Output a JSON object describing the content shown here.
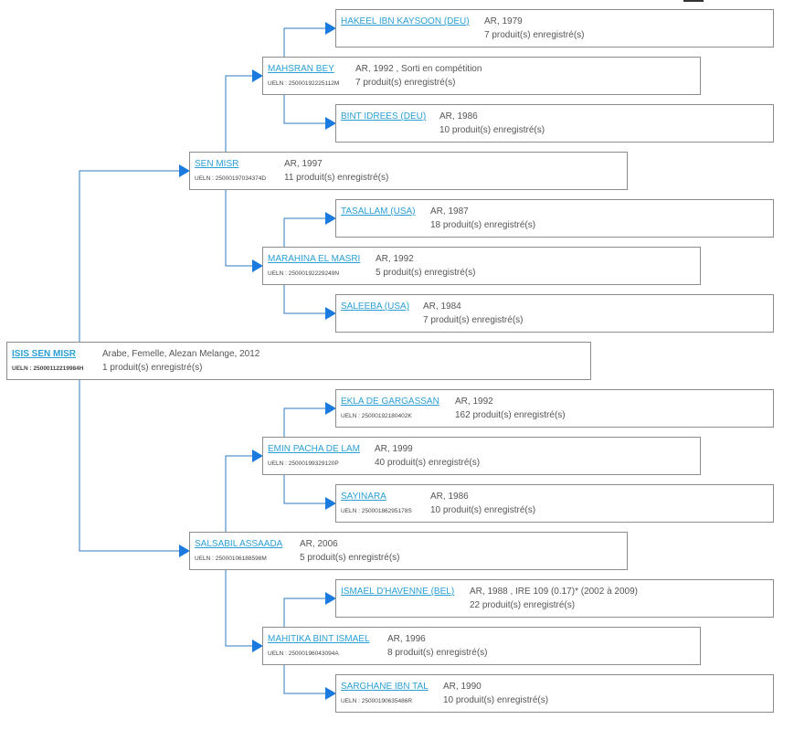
{
  "colors": {
    "link": "#2a9fd6",
    "arrow": "#1a7ae0",
    "line": "#2e7bbf",
    "border": "#8c8c8c"
  },
  "tree": {
    "root": {
      "name": "ISIS SEN MISR",
      "ueln": "UELN : 25000112219984H",
      "info": "Arabe, Femelle, Alezan Melange, 2012",
      "produits": "1 produit(s) enregistré(s)"
    },
    "sire": {
      "name": "SEN MISR",
      "ueln": "UELN : 25000197034374D",
      "info": "AR, 1997",
      "produits": "11 produit(s) enregistré(s)"
    },
    "dam": {
      "name": "SALSABIL ASSAADA",
      "ueln": "UELN : 25000106188598M",
      "info": "AR, 2006",
      "produits": "5 produit(s) enregistré(s)"
    },
    "ss": {
      "name": "MAHSRAN BEY",
      "ueln": "UELN : 25000192225112M",
      "info": "AR, 1992 , Sorti en compétition",
      "produits": "7 produit(s) enregistré(s)"
    },
    "sd": {
      "name": "MARAHINA EL MASRI",
      "ueln": "UELN : 25000192229249N",
      "info": "AR, 1992",
      "produits": "5 produit(s) enregistré(s)"
    },
    "ds": {
      "name": "EMIN PACHA DE LAM",
      "ueln": "UELN : 25000199329120P",
      "info": "AR, 1999",
      "produits": "40 produit(s) enregistré(s)"
    },
    "dd": {
      "name": "MAHITIKA BINT ISMAEL",
      "ueln": "UELN : 25000196043094A",
      "info": "AR, 1996",
      "produits": "8 produit(s) enregistré(s)"
    },
    "sss": {
      "name": "HAKEEL IBN KAYSOON (DEU)",
      "ueln": "",
      "info": "AR, 1979",
      "produits": "7 produit(s) enregistré(s)"
    },
    "ssd": {
      "name": "BINT IDREES (DEU)",
      "ueln": "",
      "info": "AR, 1986",
      "produits": "10 produit(s) enregistré(s)"
    },
    "sds": {
      "name": "TASALLAM (USA)",
      "ueln": "",
      "info": "AR, 1987",
      "produits": "18 produit(s) enregistré(s)"
    },
    "sdd": {
      "name": "SALEEBA (USA)",
      "ueln": "",
      "info": "AR, 1984",
      "produits": "7 produit(s) enregistré(s)"
    },
    "dss": {
      "name": "EKLA DE GARGASSAN",
      "ueln": "UELN : 25000192180402K",
      "info": "AR, 1992",
      "produits": "162 produit(s) enregistré(s)"
    },
    "dsd": {
      "name": "SAYINARA",
      "ueln": "UELN : 25000186295178S",
      "info": "AR, 1986",
      "produits": "10 produit(s) enregistré(s)"
    },
    "dds": {
      "name": "ISMAEL D'HAVENNE (BEL)",
      "ueln": "",
      "info": "AR, 1988 , IRE 109 (0.17)* (2002 à 2009)",
      "produits": "22 produit(s) enregistré(s)"
    },
    "ddd": {
      "name": "SARGHANE IBN TAL",
      "ueln": "UELN : 25000190635486R",
      "info": "AR, 1990",
      "produits": "10 produit(s) enregistré(s)"
    }
  }
}
